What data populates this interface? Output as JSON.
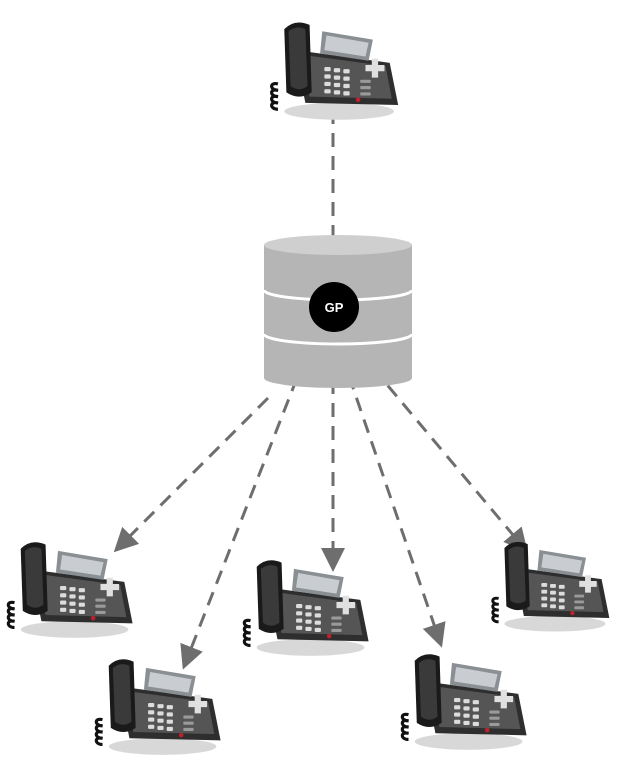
{
  "diagram": {
    "hub": {
      "label": "GP",
      "icon": "database-cylinder-icon",
      "body_color": "#b5b5b5",
      "badge_color": "#000000"
    },
    "arrow_color": "#6e6e6e",
    "phones": [
      {
        "id": "source-phone",
        "icon": "desk-phone-icon",
        "role": "source"
      },
      {
        "id": "phone-1",
        "icon": "desk-phone-icon",
        "role": "target"
      },
      {
        "id": "phone-2",
        "icon": "desk-phone-icon",
        "role": "target"
      },
      {
        "id": "phone-3",
        "icon": "desk-phone-icon",
        "role": "target"
      },
      {
        "id": "phone-4",
        "icon": "desk-phone-icon",
        "role": "target"
      },
      {
        "id": "phone-5",
        "icon": "desk-phone-icon",
        "role": "target"
      }
    ]
  }
}
